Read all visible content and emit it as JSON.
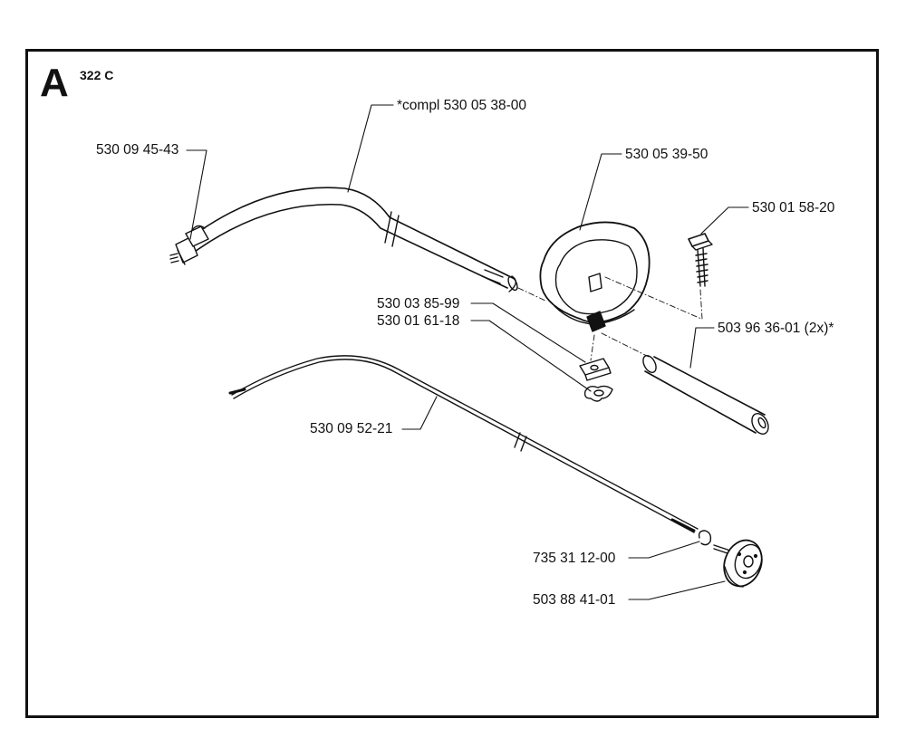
{
  "header": {
    "section": "A",
    "model": "322 C"
  },
  "parts": {
    "bracket_nut": "530 09 45-43",
    "shaft_complete": "*compl 530 05 38-00",
    "loop_handle": "530 05 39-50",
    "screw": "530 01 58-20",
    "clamp": "530 03 85-99",
    "wing_nut": "530 01 61-18",
    "grip_tube": "503 96 36-01 (2x)*",
    "drive_shaft": "530 09 52-21",
    "circlip": "735 31 12-00",
    "clutch_drum": "503 88 41-01"
  },
  "colors": {
    "line": "#111111",
    "background": "#ffffff"
  }
}
